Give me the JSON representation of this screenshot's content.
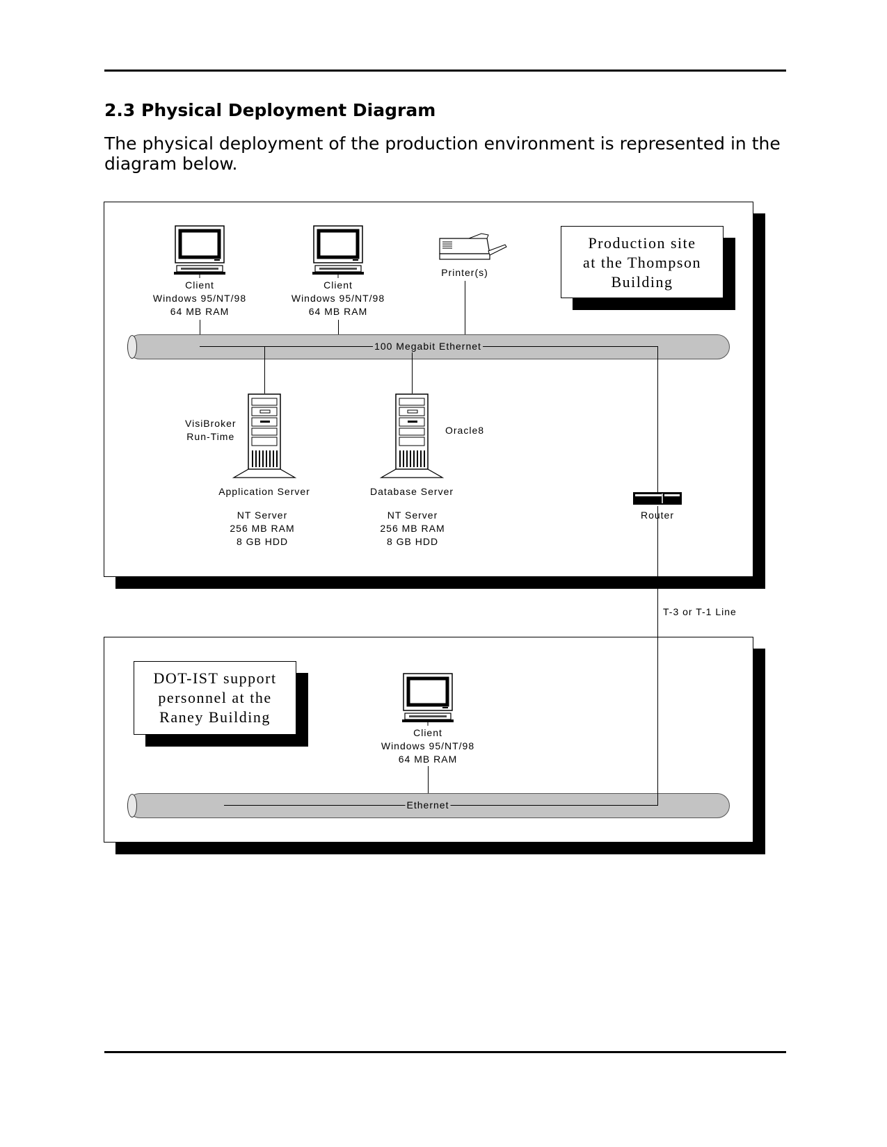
{
  "section": {
    "heading": "2.3  Physical Deployment Diagram",
    "intro": "The physical deployment of the production environment is represented in the diagram below."
  },
  "production_site": {
    "callout": [
      "Production site",
      "at the Thompson",
      "Building"
    ],
    "network_label": "100 Megabit Ethernet",
    "client1": [
      "Client",
      "Windows 95/NT/98",
      "64 MB RAM"
    ],
    "client2": [
      "Client",
      "Windows 95/NT/98",
      "64 MB RAM"
    ],
    "printer_label": "Printer(s)",
    "app_server": {
      "software": [
        "VisiBroker",
        "Run-Time"
      ],
      "name": "Application Server",
      "specs": [
        "NT Server",
        "256 MB RAM",
        "8 GB HDD"
      ]
    },
    "db_server": {
      "software": "Oracle8",
      "name": "Database Server",
      "specs": [
        "NT Server",
        "256 MB RAM",
        "8 GB HDD"
      ]
    },
    "router_label": "Router"
  },
  "wan_link_label": "T-3 or T-1 Line",
  "support_site": {
    "callout": [
      "DOT-IST support",
      "personnel at the",
      "Raney Building"
    ],
    "client": [
      "Client",
      "Windows 95/NT/98",
      "64 MB RAM"
    ],
    "network_label": "Ethernet"
  },
  "icons": [
    "monitor-icon",
    "printer-icon",
    "tower-server-icon",
    "router-icon"
  ]
}
